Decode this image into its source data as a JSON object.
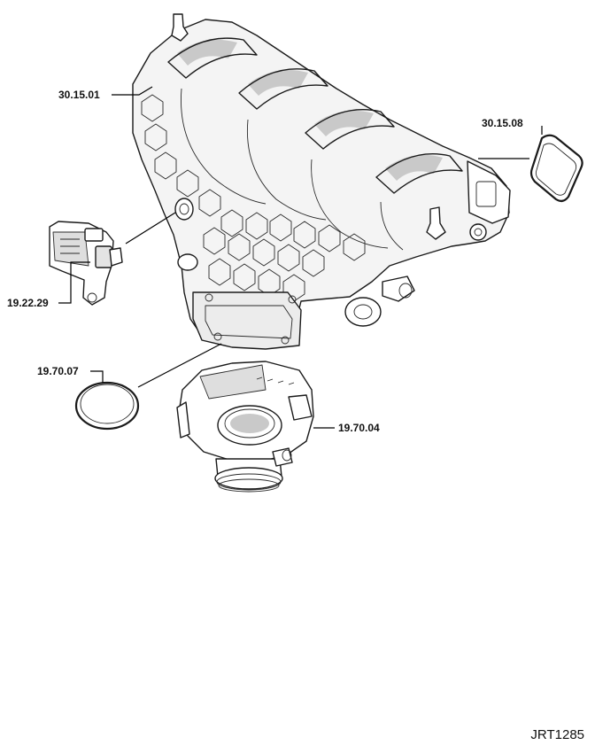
{
  "callouts": {
    "intake_manifold": "30.15.01",
    "manifold_gasket": "30.15.08",
    "map_sensor": "19.22.29",
    "throttle_gasket": "19.70.07",
    "throttle_body": "19.70.04"
  },
  "drawing_id": "JRT1285"
}
